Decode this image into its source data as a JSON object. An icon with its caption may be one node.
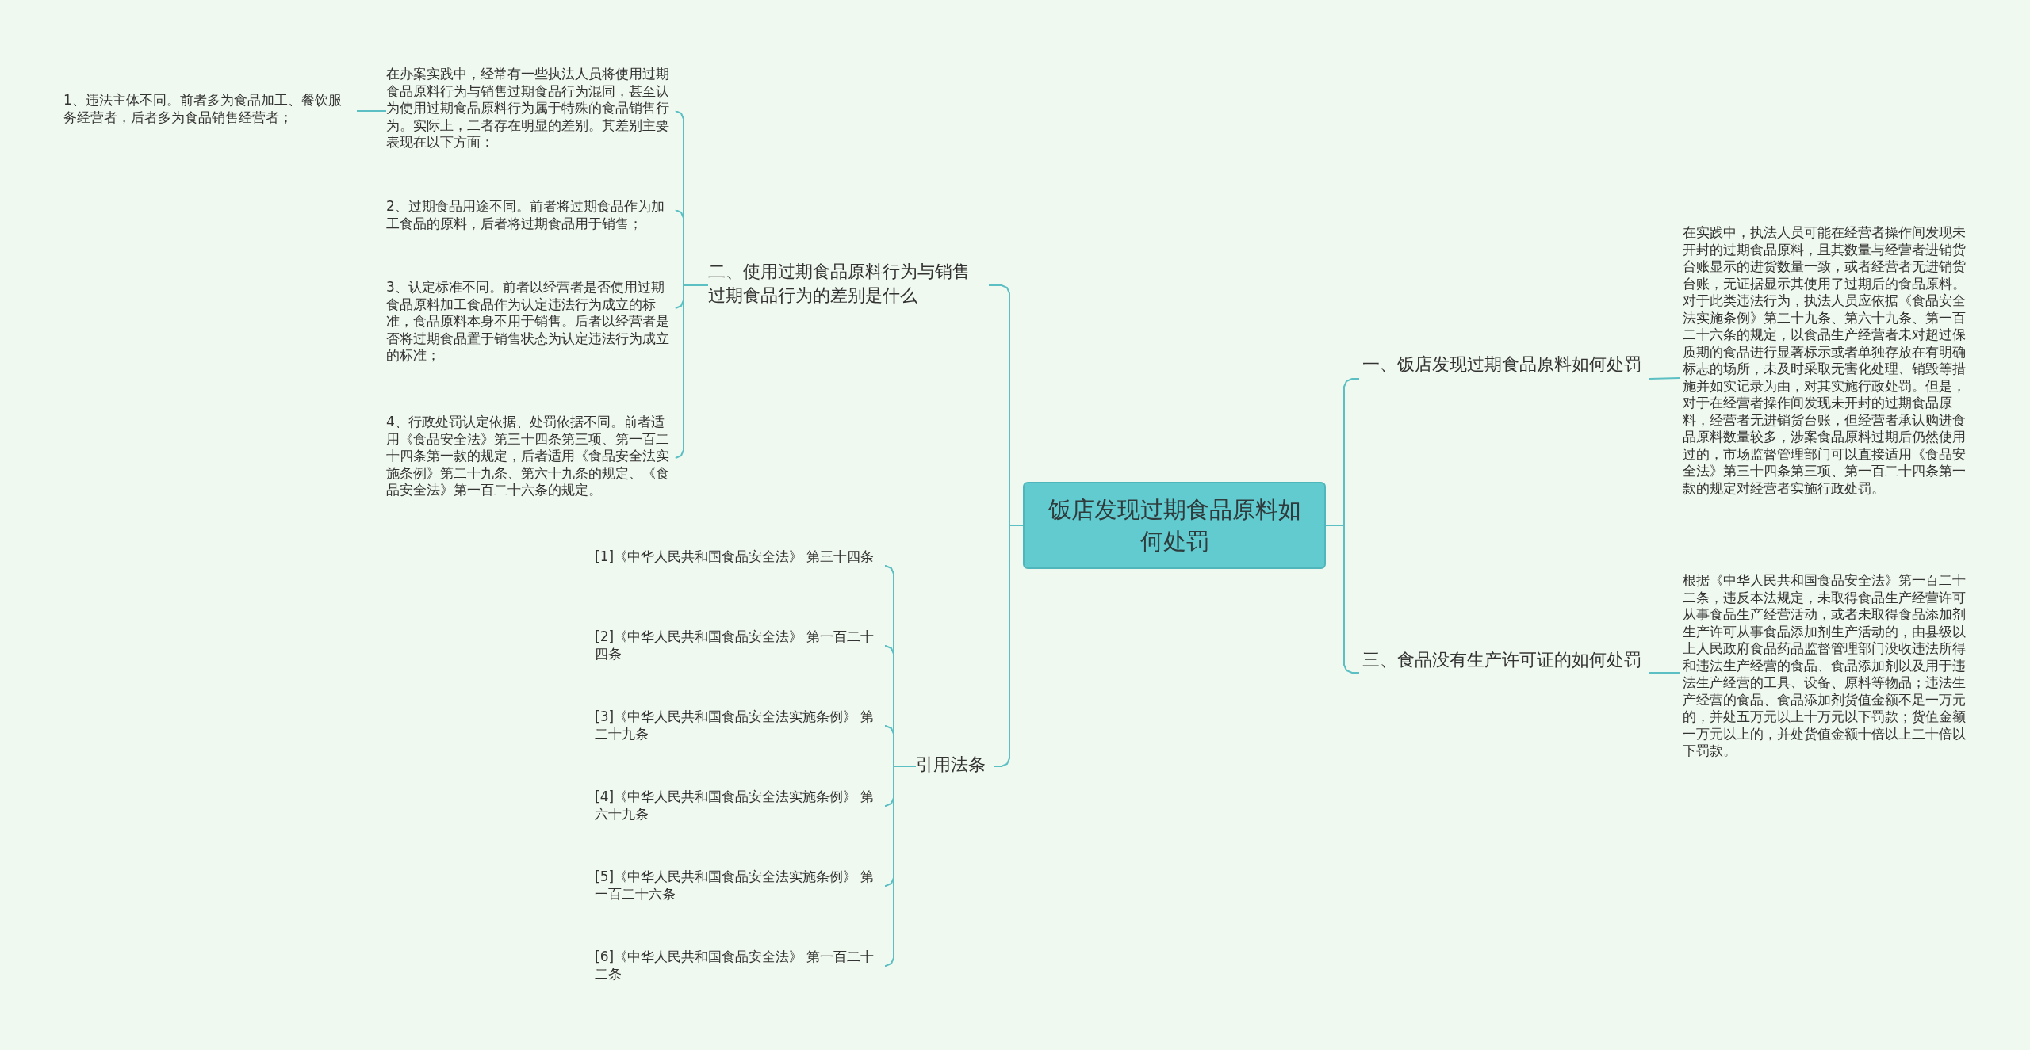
{
  "diagram": {
    "nodes": [
      {
        "text": [
          "饭店发现过期食品原料如何处罚"
        ]
      },
      {
        "text": [
          "二、使用过期食品原料行为与销售过期食品行为的差别是什么"
        ]
      },
      {
        "text": [
          "在办案实践中，经常有一些执法人员将使用过期食品原料行为与销售过期食品行为混同，甚至认为使用过期食品原料行为属于特殊的食品销售行为。实际上，二者存在明显的差别。其差别主要表现在以下方面："
        ]
      },
      {
        "text": [
          "1、违法主体不同。前者多为食品加工、餐饮服务经营者，后者多为食品销售经营者；"
        ]
      },
      {
        "text": [
          "2、过期食品用途不同。前者将过期食品作为加工食品的原料，后者将过期食品用于销售；"
        ]
      },
      {
        "text": [
          "3、认定标准不同。前者以经营者是否使用过期食品原料加工食品作为认定违法行为成立的标准，食品原料本身不用于销售。后者以经营者是否将过期食品置于销售状态为认定违法行为成立的标准；"
        ]
      },
      {
        "text": [
          "4、行政处罚认定依据、处罚依据不同。前者适用《食品安全法》第三十四条第三项、第一百二十四条第一款的规定，后者适用《食品安全法实施条例》第二十九条、第六十九条的规定、《食品安全法》第一百二十六条的规定。"
        ]
      },
      {
        "text": [
          "引用法条"
        ]
      },
      {
        "text": [
          "[1]《中华人民共和国食品安全法》 第三十四条"
        ]
      },
      {
        "text": [
          "[2]《中华人民共和国食品安全法》 第一百二十四条"
        ]
      },
      {
        "text": [
          "[3]《中华人民共和国食品安全法实施条例》 第二十九条"
        ]
      },
      {
        "text": [
          "[4]《中华人民共和国食品安全法实施条例》 第六十九条"
        ]
      },
      {
        "text": [
          "[5]《中华人民共和国食品安全法实施条例》 第一百二十六条"
        ]
      },
      {
        "text": [
          "[6]《中华人民共和国食品安全法》 第一百二十二条"
        ]
      },
      {
        "text": [
          "一、饭店发现过期食品原料如何处罚"
        ]
      },
      {
        "text": [
          "在实践中，执法人员可能在经营者操作间发现未开封的过期食品原料，且其数量与经营者进销货台账显示的进货数量一致，或者经营者无进销货台账，无证据显示其使用了过期后的食品原料。对于此类违法行为，执法人员应依据《食品安全法实施条例》第二十九条、第六十九条、第一百二十六条的规定，以食品生产经营者未对超过保质期的食品进行显著标示或者单独存放在有明确标志的场所，未及时采取无害化处理、销毁等措施并如实记录为由，对其实施行政处罚。但是，对于在经营者操作间发现未开封的过期食品原料，经营者无进销货台账，但经营者承认购进食品原料数量较多，涉案食品原料过期后仍然使用过的，市场监督管理部门可以直接适用《食品安全法》第三十四条第三项、第一百二十四条第一款的规定对经营者实施行政处罚。"
        ]
      },
      {
        "text": [
          "三、食品没有生产许可证的如何处罚"
        ]
      },
      {
        "text": [
          "根据《中华人民共和国食品安全法》第一百二十二条，违反本法规定，未取得食品生产经营许可从事食品生产经营活动，或者未取得食品添加剂生产许可从事食品添加剂生产活动的，由县级以上人民政府食品药品监督管理部门没收违法所得和违法生产经营的食品、食品添加剂以及用于违法生产经营的工具、设备、原料等物品；违法生产经营的食品、食品添加剂货值金额不足一万元的，并处五万元以上十万元以下罚款；货值金额一万元以上的，并处货值金额十倍以上二十倍以下罚款。"
        ]
      }
    ],
    "edges": [
      {
        "from": 0,
        "to": 1,
        "arrow": "none"
      },
      {
        "from": 1,
        "to": 2,
        "arrow": "none"
      },
      {
        "from": 2,
        "to": 3,
        "arrow": "none"
      },
      {
        "from": 1,
        "to": 4,
        "arrow": "none"
      },
      {
        "from": 1,
        "to": 5,
        "arrow": "none"
      },
      {
        "from": 1,
        "to": 6,
        "arrow": "none"
      },
      {
        "from": 0,
        "to": 7,
        "arrow": "none"
      },
      {
        "from": 7,
        "to": 8,
        "arrow": "none"
      },
      {
        "from": 7,
        "to": 9,
        "arrow": "none"
      },
      {
        "from": 7,
        "to": 10,
        "arrow": "none"
      },
      {
        "from": 7,
        "to": 11,
        "arrow": "none"
      },
      {
        "from": 7,
        "to": 12,
        "arrow": "none"
      },
      {
        "from": 7,
        "to": 13,
        "arrow": "none"
      },
      {
        "from": 0,
        "to": 14,
        "arrow": "none"
      },
      {
        "from": 14,
        "to": 15,
        "arrow": "none"
      },
      {
        "from": 0,
        "to": 16,
        "arrow": "none"
      },
      {
        "from": 16,
        "to": 17,
        "arrow": "none"
      }
    ]
  }
}
